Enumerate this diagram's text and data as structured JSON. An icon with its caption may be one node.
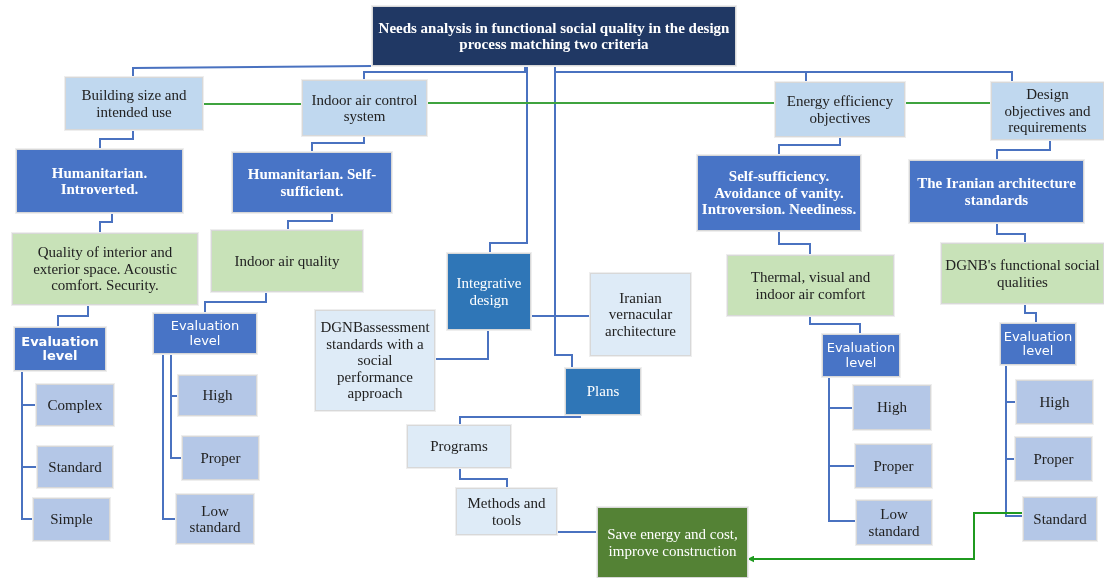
{
  "diagram": {
    "nodes": [
      {
        "text": [
          "Needs analysis in functional social quality in the design process matching two criteria"
        ]
      },
      {
        "text": [
          "Building size and intended use"
        ]
      },
      {
        "text": [
          "Indoor air control system"
        ]
      },
      {
        "text": [
          "Energy efficiency objectives"
        ]
      },
      {
        "text": [
          "Design objectives and requirements"
        ]
      },
      {
        "text": [
          "Humanitarian. Introverted."
        ]
      },
      {
        "text": [
          "Humanitarian. Self-sufficient."
        ]
      },
      {
        "text": [
          "Self-sufficiency. Avoidance of vanity. Introversion. Neediness."
        ]
      },
      {
        "text": [
          "The Iranian architecture standards"
        ]
      },
      {
        "text": [
          "Quality of interior and exterior space. Acoustic comfort. Security."
        ]
      },
      {
        "text": [
          "Indoor air quality"
        ]
      },
      {
        "text": [
          "Integrative design"
        ]
      },
      {
        "text": [
          "Iranian vernacular architecture"
        ]
      },
      {
        "text": [
          "Thermal, visual and indoor air comfort"
        ]
      },
      {
        "text": [
          "DGNB's functional social qualities"
        ]
      },
      {
        "text": [
          "Evaluation level"
        ]
      },
      {
        "text": [
          "Evaluation level"
        ]
      },
      {
        "text": [
          "DGNBassessment standards with a social performance approach"
        ]
      },
      {
        "text": [
          "Plans"
        ]
      },
      {
        "text": [
          "Evaluation level"
        ]
      },
      {
        "text": [
          "Evaluation level"
        ]
      },
      {
        "text": [
          "Complex"
        ]
      },
      {
        "text": [
          "Standard"
        ]
      },
      {
        "text": [
          "Simple"
        ]
      },
      {
        "text": [
          "High"
        ]
      },
      {
        "text": [
          "Proper"
        ]
      },
      {
        "text": [
          "Low standard"
        ]
      },
      {
        "text": [
          "Programs"
        ]
      },
      {
        "text": [
          "Methods and tools"
        ]
      },
      {
        "text": [
          "Save energy and cost, improve construction"
        ]
      },
      {
        "text": [
          "High"
        ]
      },
      {
        "text": [
          "Proper"
        ]
      },
      {
        "text": [
          "Low standard"
        ]
      },
      {
        "text": [
          "High"
        ]
      },
      {
        "text": [
          "Proper"
        ]
      },
      {
        "text": [
          "Standard"
        ]
      }
    ],
    "edges": [
      {
        "from": 0,
        "to": 1,
        "arrow": "none"
      },
      {
        "from": 0,
        "to": 2,
        "arrow": "none"
      },
      {
        "from": 0,
        "to": 11,
        "arrow": "none"
      },
      {
        "from": 0,
        "to": 18,
        "arrow": "none"
      },
      {
        "from": 0,
        "to": 3,
        "arrow": "none"
      },
      {
        "from": 0,
        "to": 4,
        "arrow": "none"
      },
      {
        "from": 1,
        "to": 2,
        "arrow": "none",
        "color": "#3fa33f"
      },
      {
        "from": 2,
        "to": 3,
        "arrow": "none",
        "color": "#3fa33f"
      },
      {
        "from": 3,
        "to": 4,
        "arrow": "none",
        "color": "#3fa33f"
      },
      {
        "from": 1,
        "to": 5,
        "arrow": "none"
      },
      {
        "from": 2,
        "to": 6,
        "arrow": "none"
      },
      {
        "from": 3,
        "to": 7,
        "arrow": "none"
      },
      {
        "from": 4,
        "to": 8,
        "arrow": "none"
      },
      {
        "from": 5,
        "to": 9,
        "arrow": "none"
      },
      {
        "from": 6,
        "to": 10,
        "arrow": "none"
      },
      {
        "from": 7,
        "to": 13,
        "arrow": "none"
      },
      {
        "from": 8,
        "to": 14,
        "arrow": "none"
      },
      {
        "from": 9,
        "to": 15,
        "arrow": "none"
      },
      {
        "from": 10,
        "to": 16,
        "arrow": "none"
      },
      {
        "from": 13,
        "to": 19,
        "arrow": "none"
      },
      {
        "from": 14,
        "to": 20,
        "arrow": "none"
      },
      {
        "from": 15,
        "to": 21,
        "arrow": "none"
      },
      {
        "from": 15,
        "to": 22,
        "arrow": "none"
      },
      {
        "from": 15,
        "to": 23,
        "arrow": "none"
      },
      {
        "from": 16,
        "to": 24,
        "arrow": "none"
      },
      {
        "from": 16,
        "to": 25,
        "arrow": "none"
      },
      {
        "from": 16,
        "to": 26,
        "arrow": "none"
      },
      {
        "from": 19,
        "to": 30,
        "arrow": "none"
      },
      {
        "from": 19,
        "to": 31,
        "arrow": "none"
      },
      {
        "from": 19,
        "to": 32,
        "arrow": "none"
      },
      {
        "from": 20,
        "to": 33,
        "arrow": "none"
      },
      {
        "from": 20,
        "to": 34,
        "arrow": "none"
      },
      {
        "from": 20,
        "to": 35,
        "arrow": "none"
      },
      {
        "from": 11,
        "to": 17,
        "arrow": "none"
      },
      {
        "from": 11,
        "to": 12,
        "arrow": "none"
      },
      {
        "from": 18,
        "to": 27,
        "arrow": "none"
      },
      {
        "from": 27,
        "to": 28,
        "arrow": "none"
      },
      {
        "from": 28,
        "to": 29,
        "arrow": "none"
      },
      {
        "from": 35,
        "to": 29,
        "arrow": "to",
        "color": "#1f9a1f"
      }
    ]
  }
}
